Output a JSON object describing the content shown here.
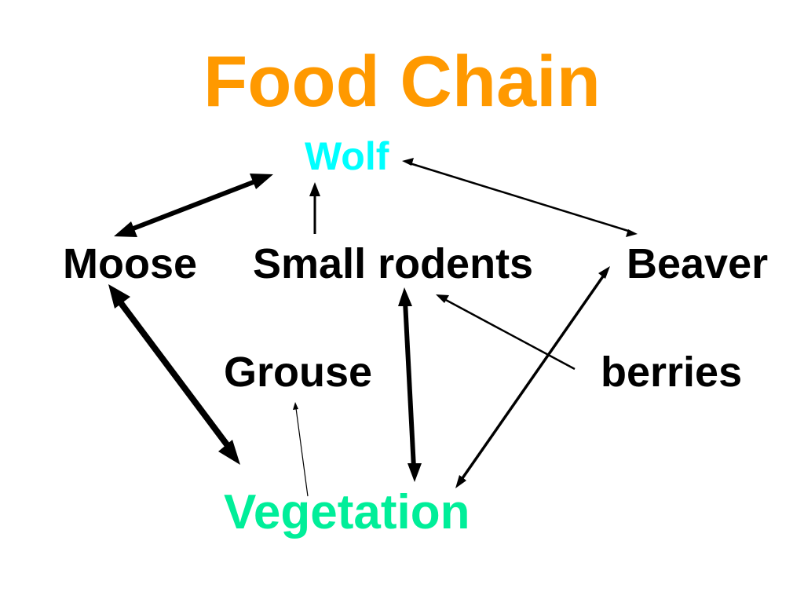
{
  "title": "Food Chain",
  "colors": {
    "title": "#ff9900",
    "wolf": "#00ffff",
    "vegetation": "#00ee99",
    "text": "#000000"
  },
  "nodes": {
    "wolf": "Wolf",
    "moose": "Moose",
    "small_rodents": "Small rodents",
    "beaver": "Beaver",
    "grouse": "Grouse",
    "berries": "berries",
    "vegetation": "Vegetation"
  }
}
